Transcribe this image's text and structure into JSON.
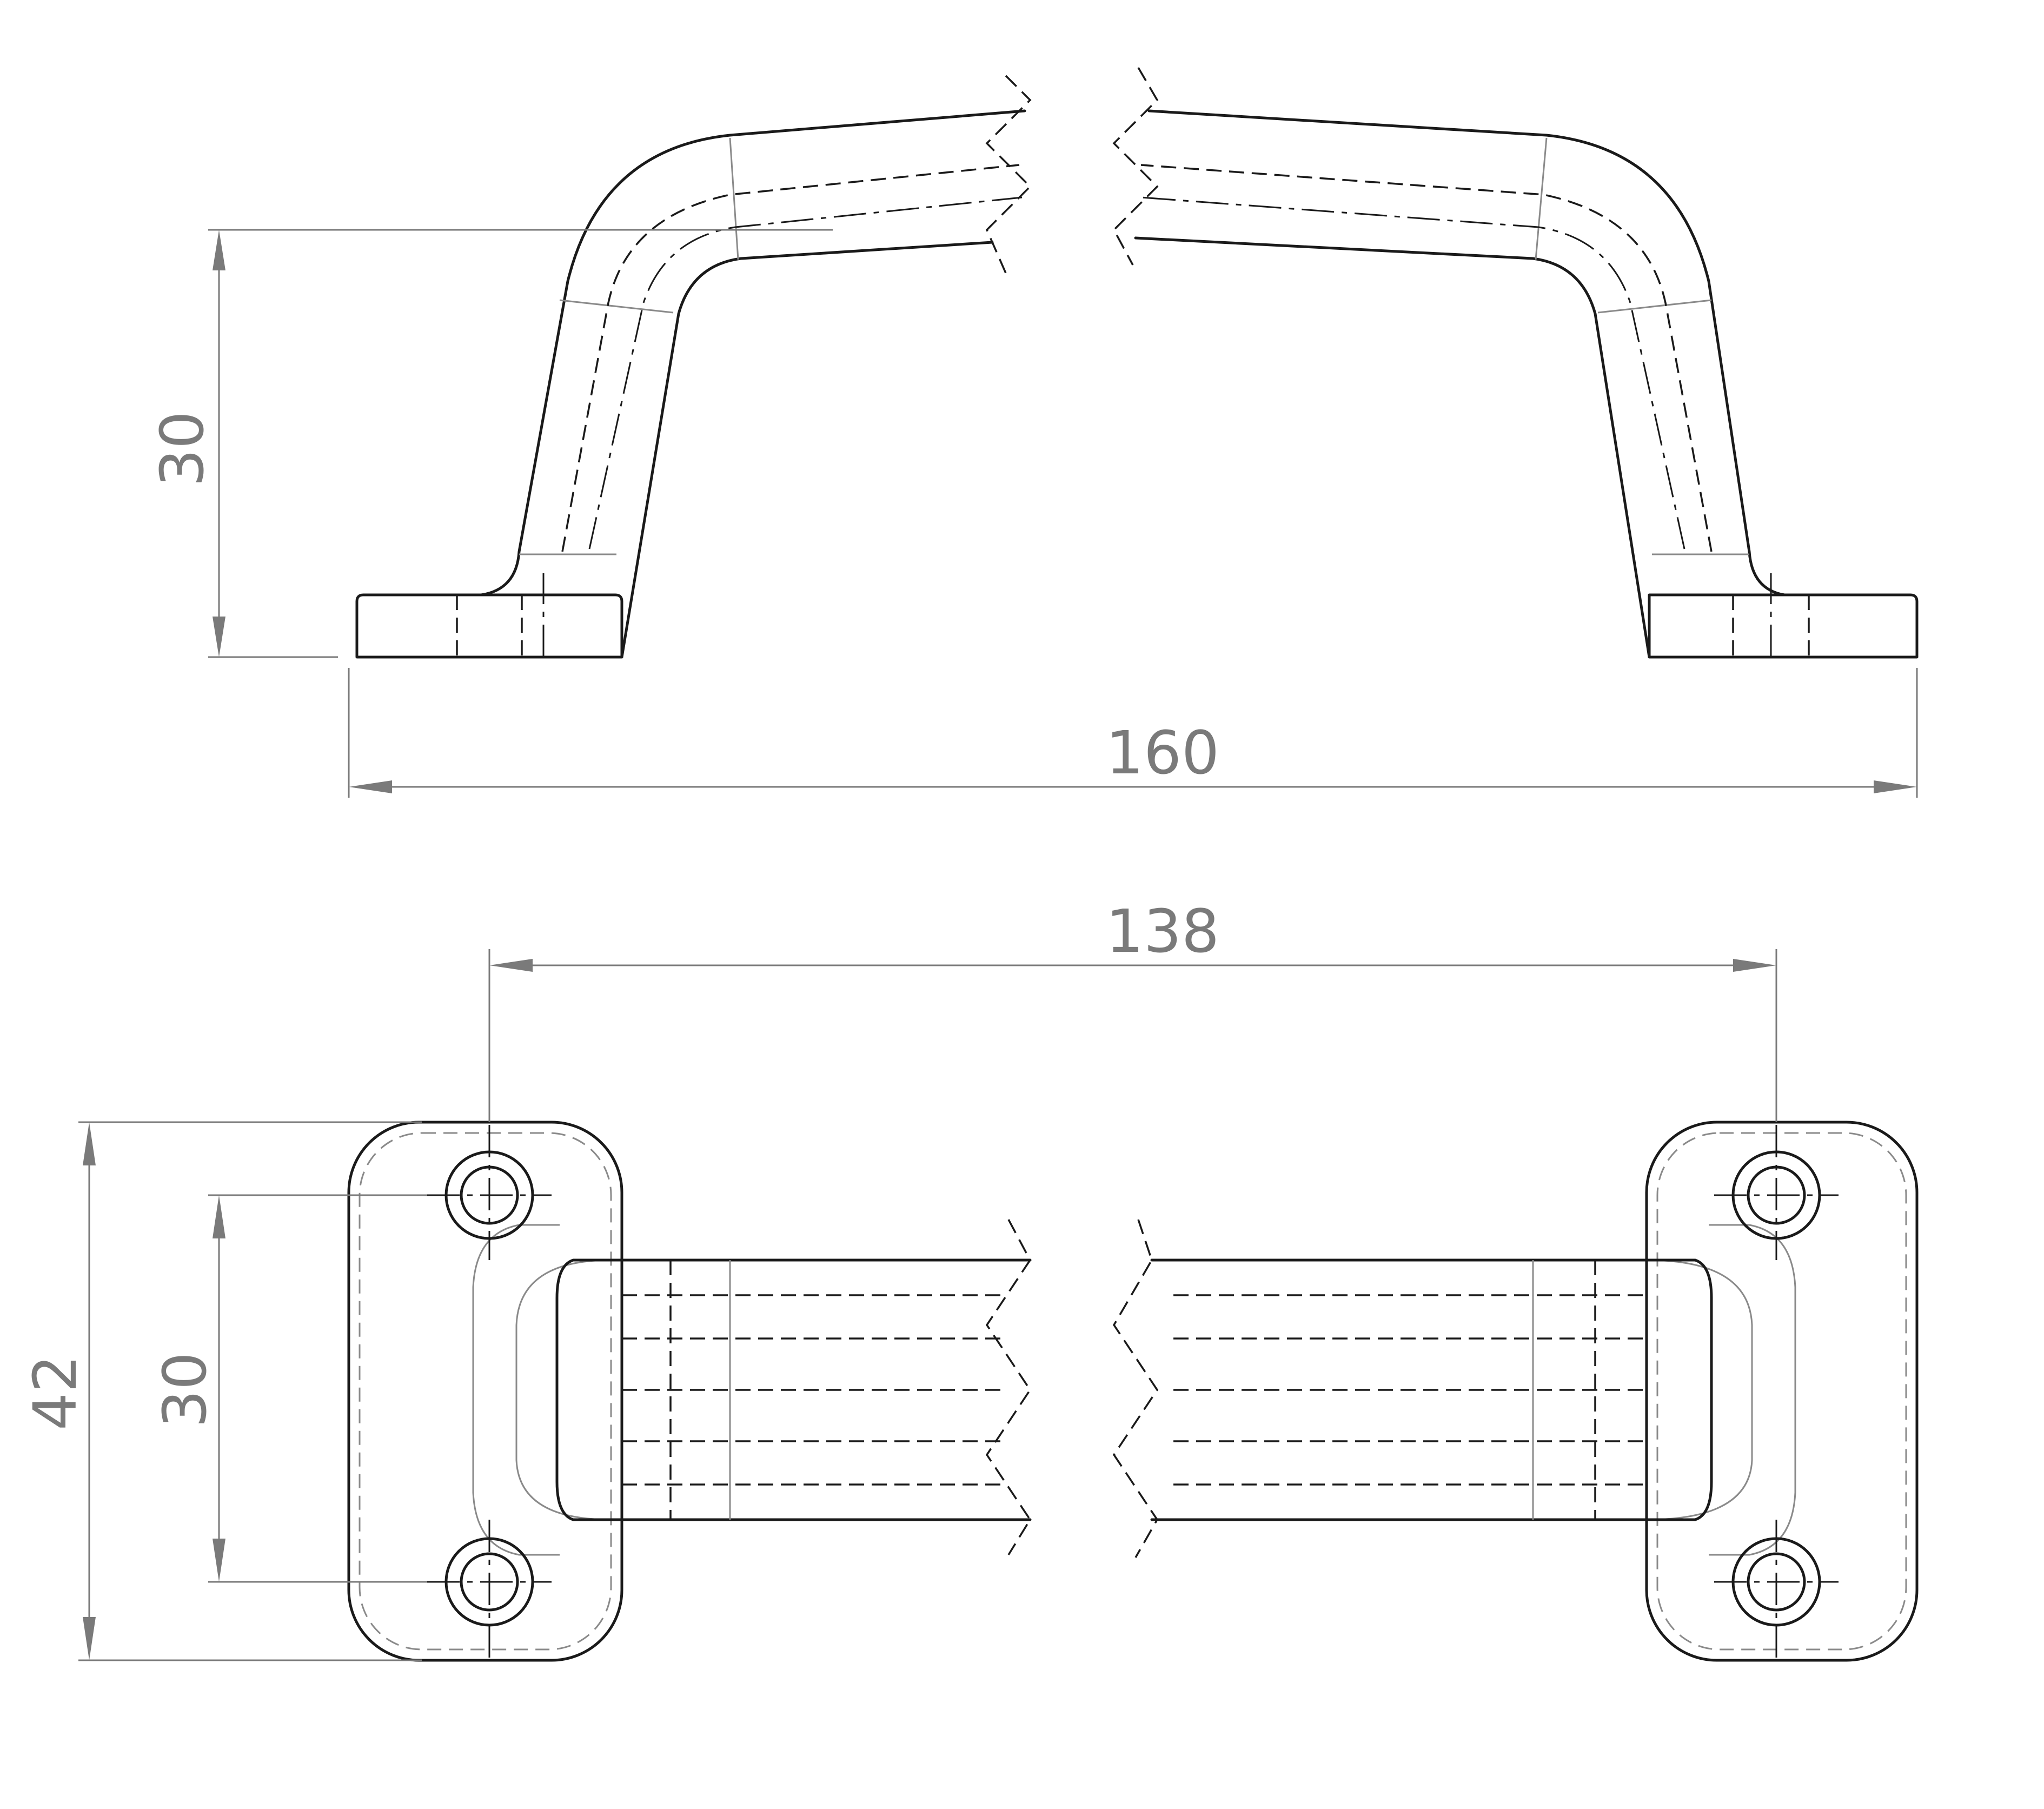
{
  "dimensions": {
    "front_height": "30",
    "front_width": "160",
    "top_hole_span": "138",
    "top_overall_height": "42",
    "top_hole_pitch": "30"
  }
}
